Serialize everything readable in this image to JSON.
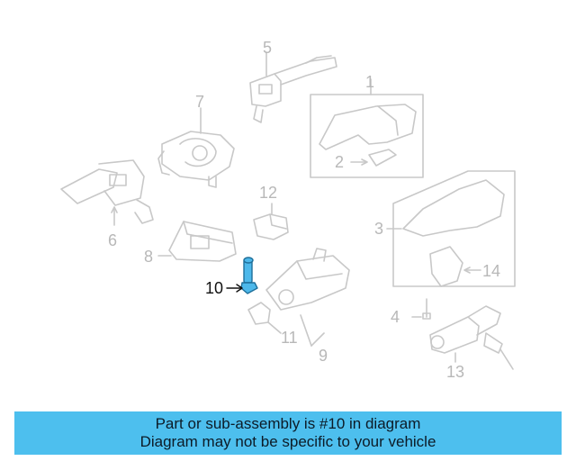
{
  "diagram": {
    "callouts": {
      "c1": "1",
      "c2": "2",
      "c3": "3",
      "c4": "4",
      "c5": "5",
      "c6": "6",
      "c7": "7",
      "c8": "8",
      "c9": "9",
      "c10": "10",
      "c11": "11",
      "c12": "12",
      "c13": "13",
      "c14": "14"
    },
    "highlighted_part": "10",
    "colors": {
      "line": "#c8c8c8",
      "highlight": "#4db8ea",
      "callout_text": "#b8b8b8",
      "highlight_text": "#111111"
    }
  },
  "banner": {
    "line1": "Part or sub-assembly is #10 in diagram",
    "line2": "Diagram may not be specific to your vehicle",
    "background": "#4dbfee"
  }
}
